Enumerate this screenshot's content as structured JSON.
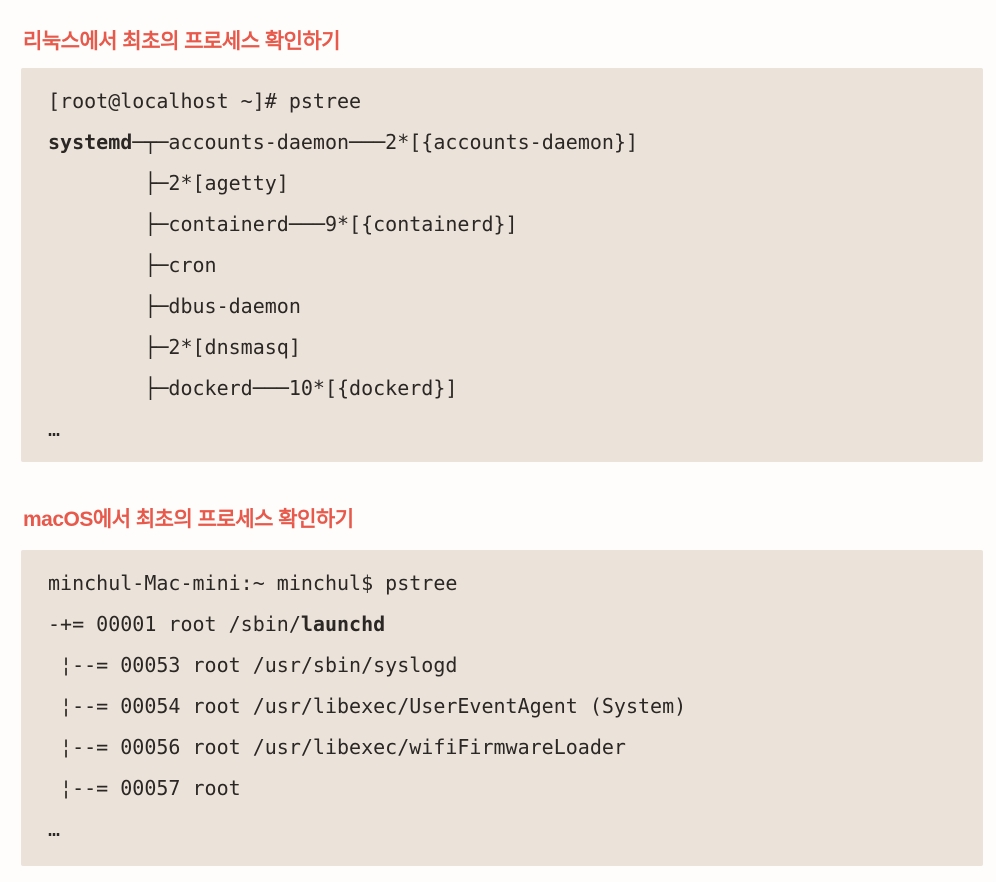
{
  "colors": {
    "page_background": "#fffdfb",
    "heading_text": "#e7594b",
    "terminal_background": "#ebe3da",
    "terminal_text": "#2b2724"
  },
  "sections": [
    {
      "heading": "리눅스에서 최초의 프로세스 확인하기",
      "terminal": {
        "lines": [
          [
            {
              "t": "[root@localhost ~]# pstree"
            }
          ],
          [
            {
              "t": "systemd",
              "bold": true
            },
            {
              "t": "─┬─accounts-daemon───2*[{accounts-daemon}]"
            }
          ],
          [
            {
              "t": "        ├─2*[agetty]"
            }
          ],
          [
            {
              "t": "        ├─containerd───9*[{containerd}]"
            }
          ],
          [
            {
              "t": "        ├─cron"
            }
          ],
          [
            {
              "t": "        ├─dbus-daemon"
            }
          ],
          [
            {
              "t": "        ├─2*[dnsmasq]"
            }
          ],
          [
            {
              "t": "        ├─dockerd───10*[{dockerd}]"
            }
          ],
          [
            {
              "t": "…"
            }
          ]
        ]
      }
    },
    {
      "heading": "macOS에서 최초의 프로세스 확인하기",
      "terminal": {
        "lines": [
          [
            {
              "t": "minchul-Mac-mini:~ minchul$ pstree"
            }
          ],
          [
            {
              "t": "-+= 00001 root /sbin/"
            },
            {
              "t": "launchd",
              "bold": true
            }
          ],
          [
            {
              "t": " ¦--= 00053 root /usr/sbin/syslogd"
            }
          ],
          [
            {
              "t": " ¦--= 00054 root /usr/libexec/UserEventAgent (System)"
            }
          ],
          [
            {
              "t": " ¦--= 00056 root /usr/libexec/wifiFirmwareLoader"
            }
          ],
          [
            {
              "t": " ¦--= 00057 root"
            }
          ],
          [
            {
              "t": "…"
            }
          ]
        ]
      }
    }
  ]
}
